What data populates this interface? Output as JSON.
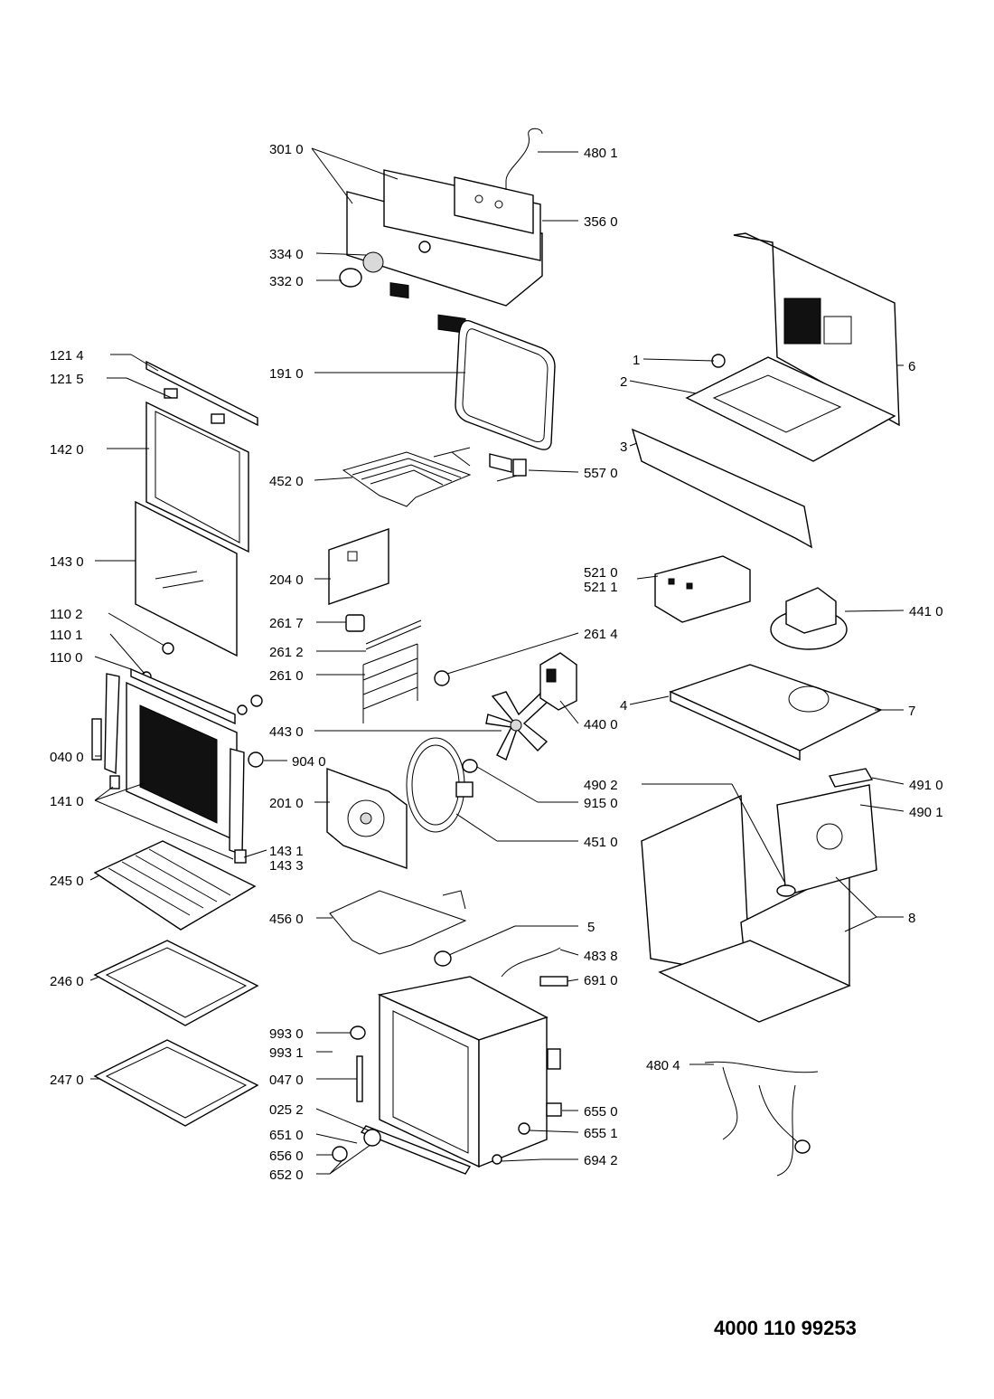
{
  "document_number": "4000 110 99253",
  "callouts": {
    "p3010": "301 0",
    "p4801": "480 1",
    "p3560": "356 0",
    "p3340": "334 0",
    "p3320": "332 0",
    "p1214": "121 4",
    "p1215": "121 5",
    "p1910": "191 0",
    "p1420": "142 0",
    "p4520": "452 0",
    "p5570": "557 0",
    "p1430": "143 0",
    "p2040": "204 0",
    "p5210": "521 0",
    "p5211": "521 1",
    "p4410": "441 0",
    "p1102": "110 2",
    "p2617": "261 7",
    "p1101": "110 1",
    "p2612": "261 2",
    "p2614": "261 4",
    "p1100": "110 0",
    "p2610": "261 0",
    "p4430": "443 0",
    "p4400": "440 0",
    "p0400": "040 0",
    "p9040": "904 0",
    "p1410": "141 0",
    "p2010": "201 0",
    "p9150": "915 0",
    "p4910": "491 0",
    "p4902": "490 2",
    "p4901": "490 1",
    "p1431": "143 1",
    "p1433": "143 3",
    "p4510": "451 0",
    "p2450": "245 0",
    "p4560": "456 0",
    "p4838": "483 8",
    "p2460": "246 0",
    "p6910": "691 0",
    "p9930": "993 0",
    "p9931": "993 1",
    "p4804": "480 4",
    "p2470": "247 0",
    "p0470": "047 0",
    "p0252": "025 2",
    "p6550": "655 0",
    "p6510": "651 0",
    "p6551": "655 1",
    "p6560": "656 0",
    "p6942": "694 2",
    "p6520": "652 0",
    "n1": "1",
    "n2": "2",
    "n3": "3",
    "n4": "4",
    "n5": "5",
    "n6": "6",
    "n7": "7",
    "n8": "8"
  }
}
